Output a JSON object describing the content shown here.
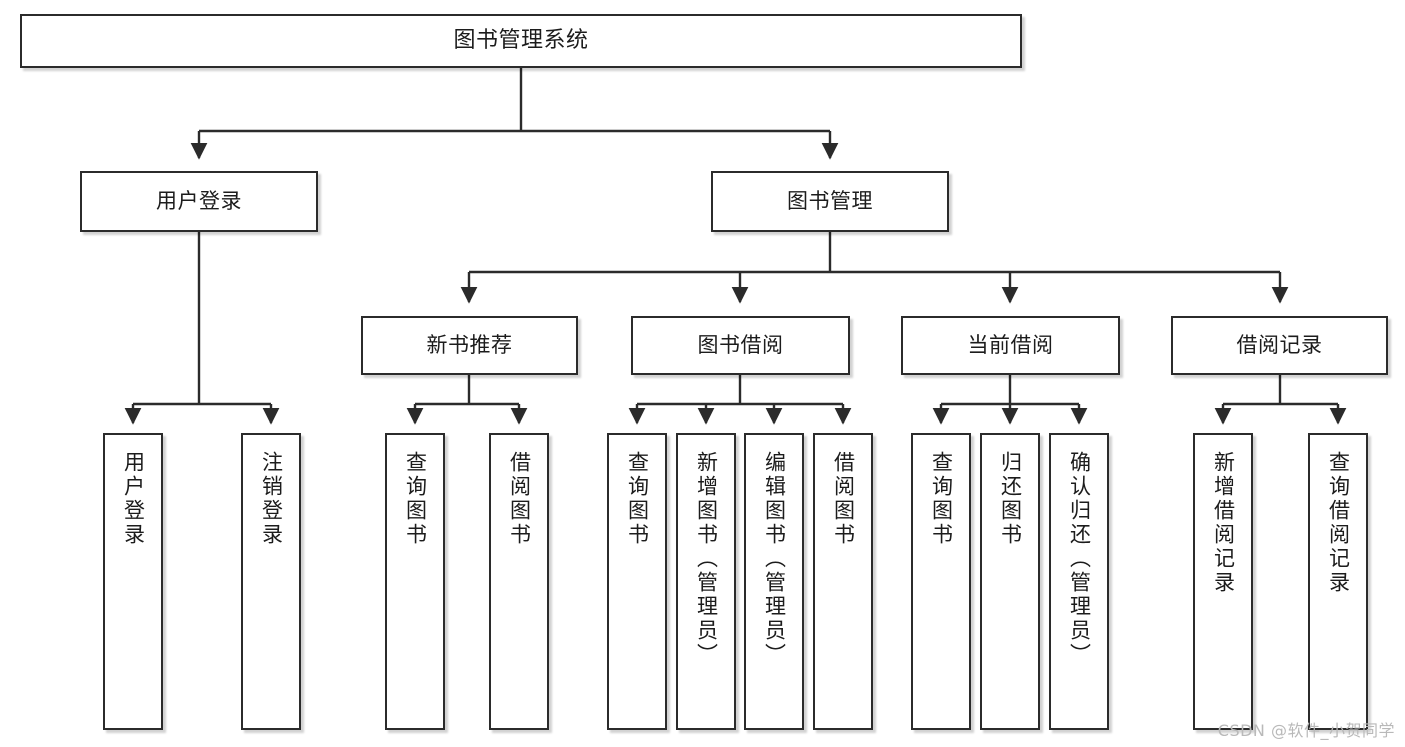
{
  "diagram": {
    "title": "图书管理系统",
    "type": "tree-hierarchy-diagram",
    "colors": {
      "box_border": "#2b2b2b",
      "box_fill": "#ffffff",
      "connector": "#2b2b2b",
      "background": "#ffffff",
      "watermark": "#b9b9b9"
    },
    "nodes": {
      "root": {
        "label": "图书管理系统"
      },
      "level2": [
        {
          "id": "user-login",
          "label": "用户登录"
        },
        {
          "id": "book-manage",
          "label": "图书管理"
        }
      ],
      "level3": [
        {
          "id": "new-book-recommend",
          "label": "新书推荐"
        },
        {
          "id": "book-borrow",
          "label": "图书借阅"
        },
        {
          "id": "current-borrow",
          "label": "当前借阅"
        },
        {
          "id": "borrow-record",
          "label": "借阅记录"
        }
      ],
      "leaves": {
        "user-login": [
          {
            "id": "leaf-user-login",
            "label": "用户登录"
          },
          {
            "id": "leaf-logout-login",
            "label": "注销登录"
          }
        ],
        "new-book-recommend": [
          {
            "id": "leaf-query-book-1",
            "label": "查询图书"
          },
          {
            "id": "leaf-borrow-book-1",
            "label": "借阅图书"
          }
        ],
        "book-borrow": [
          {
            "id": "leaf-query-book-2",
            "label": "查询图书"
          },
          {
            "id": "leaf-add-book",
            "label": "新增图书（管理员）"
          },
          {
            "id": "leaf-edit-book",
            "label": "编辑图书（管理员）"
          },
          {
            "id": "leaf-borrow-book-2",
            "label": "借阅图书"
          }
        ],
        "current-borrow": [
          {
            "id": "leaf-query-book-3",
            "label": "查询图书"
          },
          {
            "id": "leaf-return-book",
            "label": "归还图书"
          },
          {
            "id": "leaf-confirm-return",
            "label": "确认归还（管理员）"
          }
        ],
        "borrow-record": [
          {
            "id": "leaf-add-record",
            "label": "新增借阅记录"
          },
          {
            "id": "leaf-query-record",
            "label": "查询借阅记录"
          }
        ]
      }
    },
    "watermark": "CSDN @软件_小贺同学"
  }
}
